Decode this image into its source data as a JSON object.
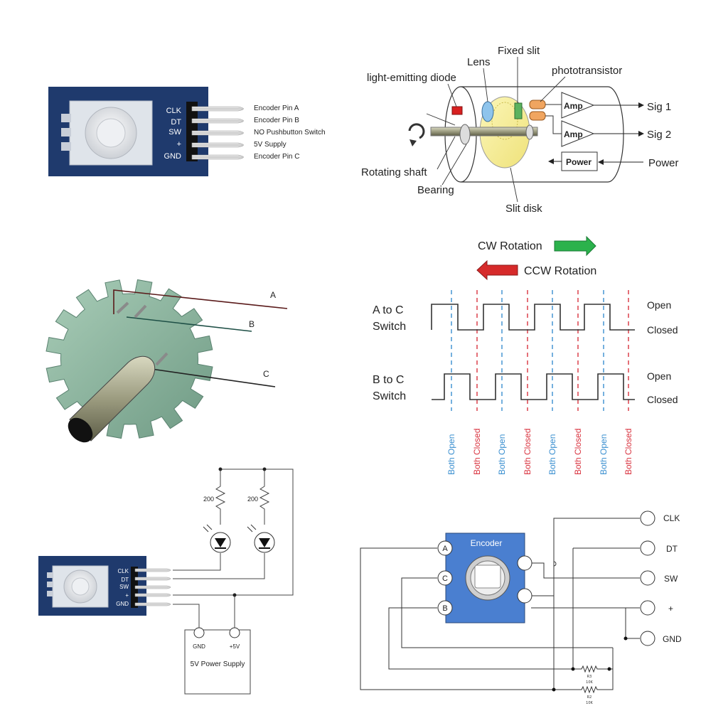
{
  "module_top": {
    "pins": [
      "CLK",
      "DT",
      "SW",
      "+",
      "GND"
    ],
    "pin_descriptions": [
      "Encoder Pin A",
      "Encoder Pin B",
      "NO Pushbutton Switch",
      "5V Supply",
      "Encoder Pin C"
    ]
  },
  "optical": {
    "labels": {
      "fixed_slit": "Fixed slit",
      "lens": "Lens",
      "phototransistor": "phototransistor",
      "led": "light-emitting diode",
      "sig1": "Sig 1",
      "sig2": "Sig 2",
      "power_out": "Power",
      "rotating_shaft": "Rotating shaft",
      "bearing": "Bearing",
      "slit_disk": "Slit disk"
    },
    "amp1": "Amp",
    "amp2": "Amp",
    "power_box": "Power"
  },
  "mechanical": {
    "label_a": "A",
    "label_b": "B",
    "label_c": "C"
  },
  "timing": {
    "cw": "CW Rotation",
    "ccw": "CCW Rotation",
    "a_to_c_1": "A to C",
    "a_to_c_2": "Switch",
    "b_to_c_1": "B to C",
    "b_to_c_2": "Switch",
    "open": "Open",
    "closed": "Closed",
    "markers": [
      "Both Open",
      "Both Closed",
      "Both Open",
      "Both Closed",
      "Both Open",
      "Both Closed",
      "Both Open",
      "Both Closed"
    ],
    "colors": {
      "open": "#3a8fd0",
      "closed": "#d9333f",
      "cw_arrow": "#2bb24c",
      "ccw_arrow": "#d62a2a"
    }
  },
  "wiring_left": {
    "pins": [
      "CLK",
      "DT",
      "SW",
      "+",
      "GND"
    ],
    "r1": "200",
    "r2": "200",
    "gnd": "GND",
    "plus5v": "+5V",
    "supply": "5V Power Supply"
  },
  "wiring_right": {
    "encoder": "Encoder",
    "pin_a": "A",
    "pin_c": "C",
    "pin_b": "B",
    "outputs": [
      "CLK",
      "DT",
      "SW",
      "+",
      "GND"
    ],
    "r3": "R3",
    "r3_val": "10K",
    "r2": "R2",
    "r2_val": "10K",
    "accent": "#4a7fd0"
  }
}
